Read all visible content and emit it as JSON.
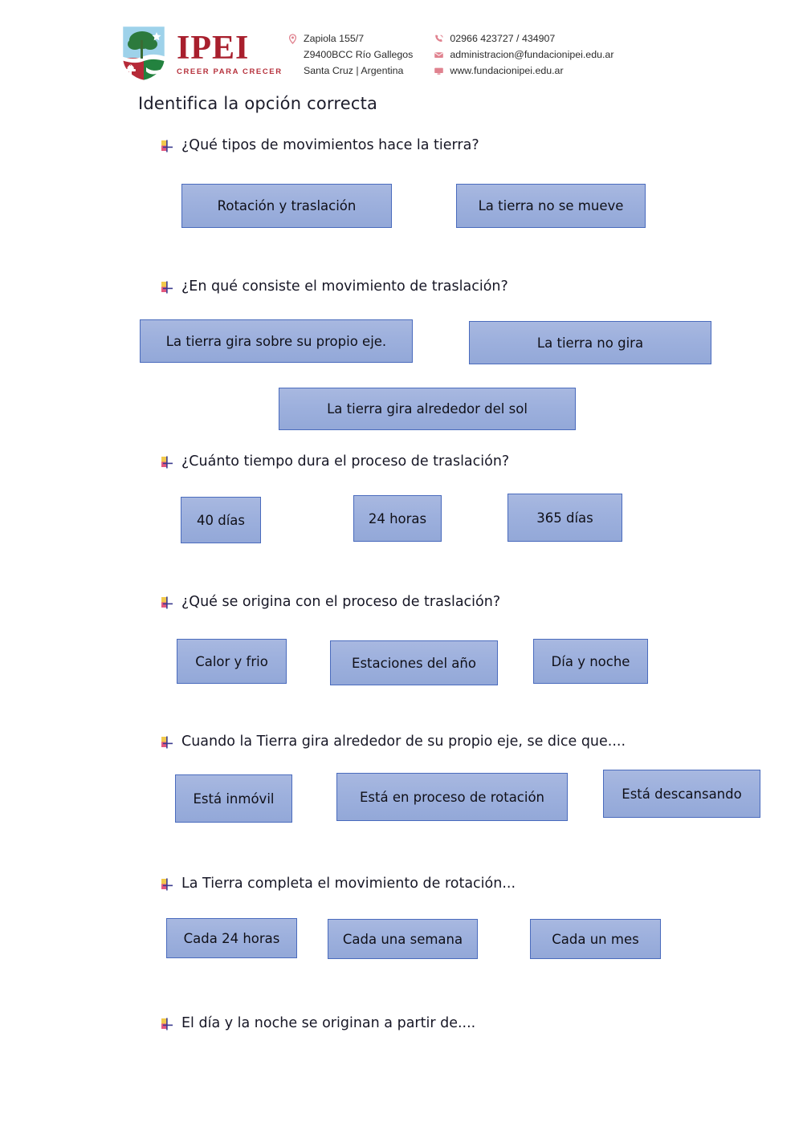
{
  "header": {
    "logo": {
      "name": "IPEI",
      "wordmark": "IPEI",
      "tagline": "CREER PARA CRECER",
      "shield_icon": "ipei-shield-logo",
      "brand_color": "#a81f2d"
    },
    "contact": {
      "address": [
        {
          "icon": "location-pin-icon",
          "text": "Zapiola 155/7"
        },
        {
          "icon": "",
          "text": "Z9400BCC Río Gallegos"
        },
        {
          "icon": "",
          "text": "Santa Cruz | Argentina"
        }
      ],
      "channels": [
        {
          "icon": "phone-icon",
          "text": "02966 423727 / 434907"
        },
        {
          "icon": "envelope-icon",
          "text": "administracion@fundacionipei.edu.ar"
        },
        {
          "icon": "monitor-icon",
          "text": "www.fundacionipei.edu.ar"
        }
      ],
      "icon_color": "#e0828f"
    }
  },
  "worksheet": {
    "title": "Identifica la opción correcta",
    "bullet_icon": "multicolor-cross-bullet-icon",
    "option_style": {
      "fill_top": "#a8b8e0",
      "fill_bottom": "#93a8d8",
      "border": "#4a6bbd"
    },
    "questions": [
      {
        "id": "q1",
        "prompt": "¿Qué tipos de movimientos hace la tierra?",
        "options": [
          {
            "label": "Rotación y traslación"
          },
          {
            "label": "La tierra no se mueve"
          }
        ]
      },
      {
        "id": "q2",
        "prompt": "¿En qué consiste el movimiento de traslación?",
        "options": [
          {
            "label": "La tierra gira sobre su propio eje."
          },
          {
            "label": "La tierra no gira"
          },
          {
            "label": "La tierra gira alrededor del sol"
          }
        ]
      },
      {
        "id": "q3",
        "prompt": "¿Cuánto tiempo dura el proceso de traslación?",
        "options": [
          {
            "label": "40 días"
          },
          {
            "label": "24 horas"
          },
          {
            "label": "365 días"
          }
        ]
      },
      {
        "id": "q4",
        "prompt": "¿Qué se origina con el proceso de traslación?",
        "options": [
          {
            "label": "Calor y frio"
          },
          {
            "label": "Estaciones del año"
          },
          {
            "label": "Día y noche"
          }
        ]
      },
      {
        "id": "q5",
        "prompt": "Cuando la Tierra gira alrededor de su propio eje, se dice que....",
        "options": [
          {
            "label": "Está inmóvil"
          },
          {
            "label": "Está en proceso de rotación"
          },
          {
            "label": "Está descansando"
          }
        ]
      },
      {
        "id": "q6",
        "prompt": "La Tierra completa el movimiento de rotación...",
        "options": [
          {
            "label": "Cada 24 horas"
          },
          {
            "label": "Cada una semana"
          },
          {
            "label": "Cada un mes"
          }
        ]
      },
      {
        "id": "q7",
        "prompt": "El día y la noche se originan a partir de....",
        "options": []
      }
    ]
  }
}
